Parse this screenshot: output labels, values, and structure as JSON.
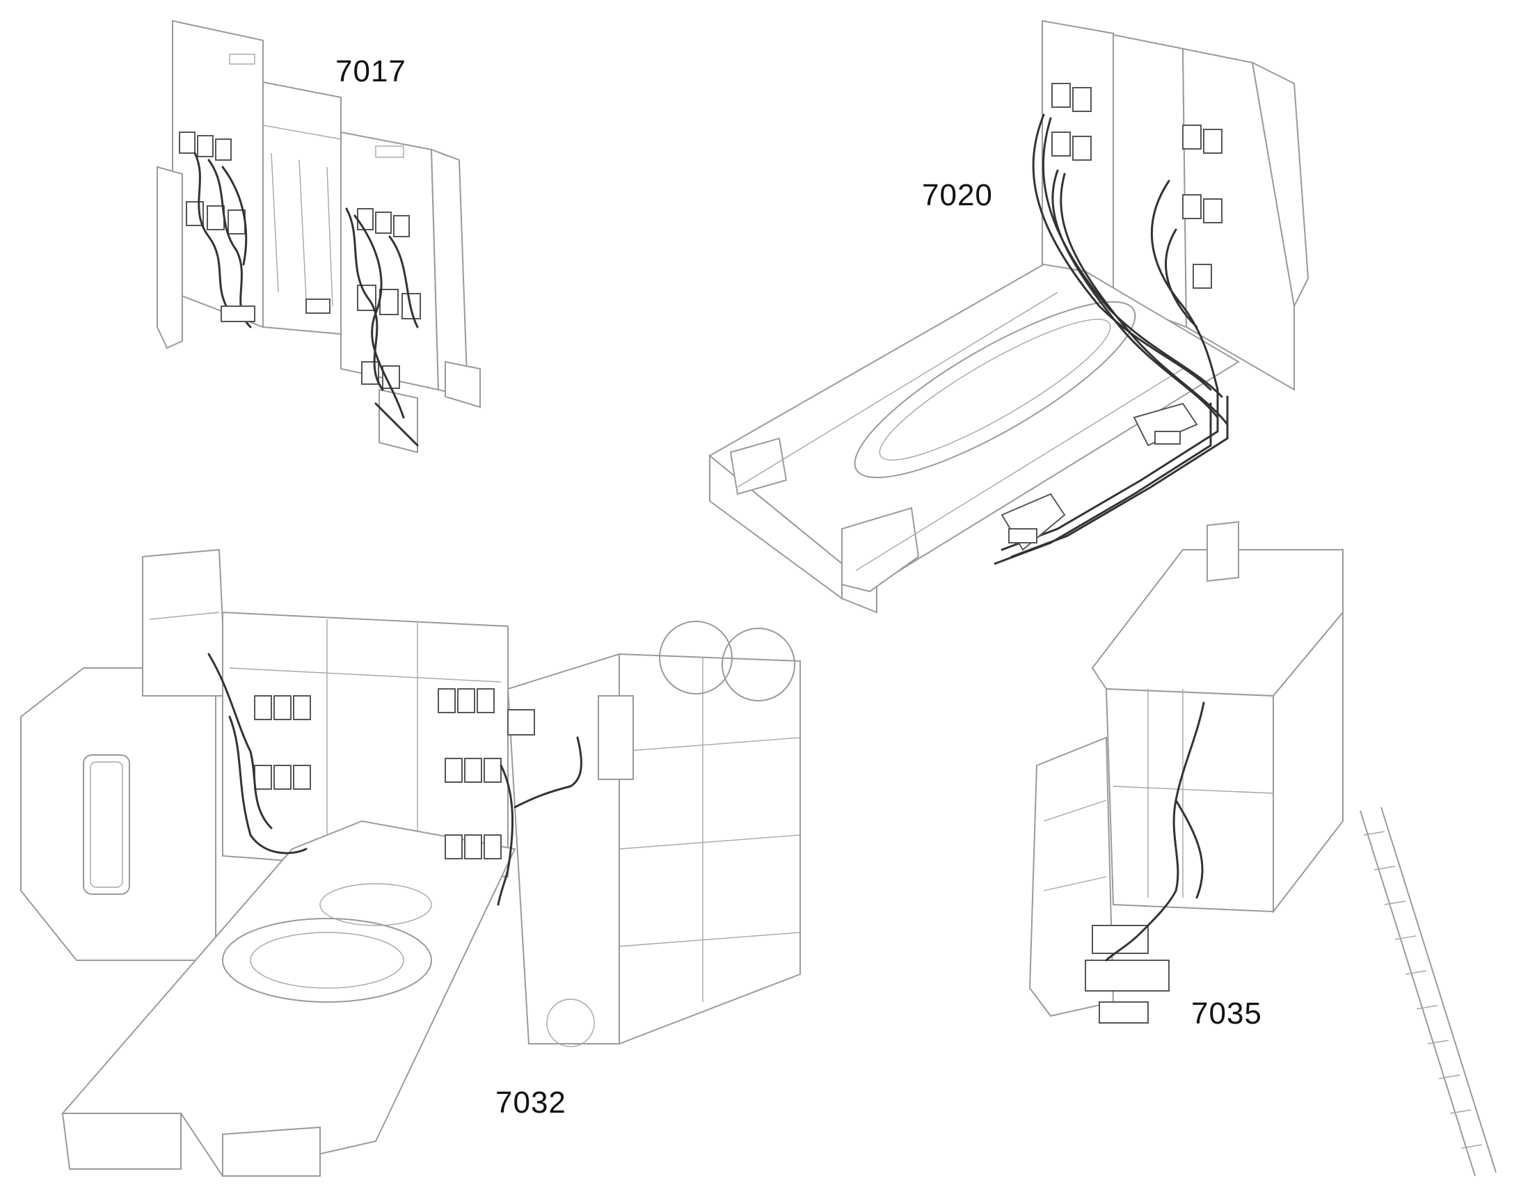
{
  "labels": {
    "assembly_1": "7017",
    "assembly_2": "7020",
    "assembly_3": "7032",
    "assembly_4": "7035"
  },
  "colors": {
    "outline": "#9a9a9a",
    "highlight": "#1a1a1a",
    "background": "#ffffff"
  }
}
